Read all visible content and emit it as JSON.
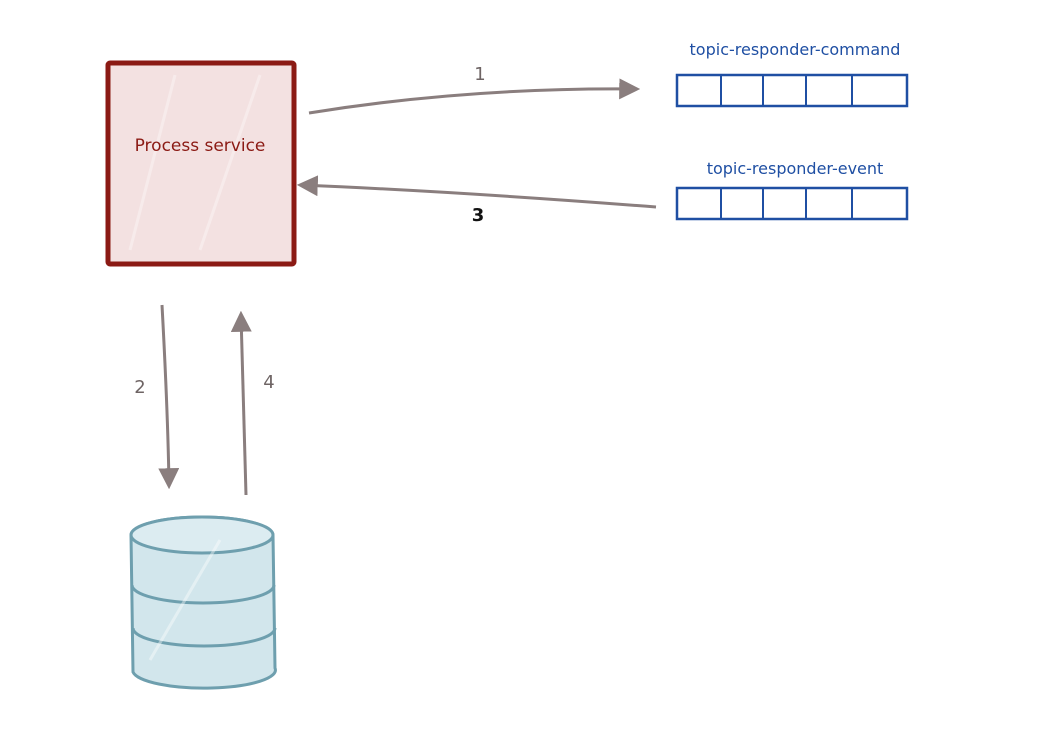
{
  "process_service": {
    "label": "Process service",
    "border_color": "#8b1a14",
    "fill_color": "#f3e1e1",
    "text_color": "#8b1a14"
  },
  "topics": {
    "command": {
      "label": "topic-responder-command"
    },
    "event": {
      "label": "topic-responder-event"
    },
    "color": "#1f4fa3"
  },
  "database": {
    "stroke_color": "#6e9fae",
    "fill_color": "#d2e6ec"
  },
  "arrows": {
    "color": "#8a7e7e",
    "step1": "1",
    "step2": "2",
    "step3": "3",
    "step4": "4"
  }
}
